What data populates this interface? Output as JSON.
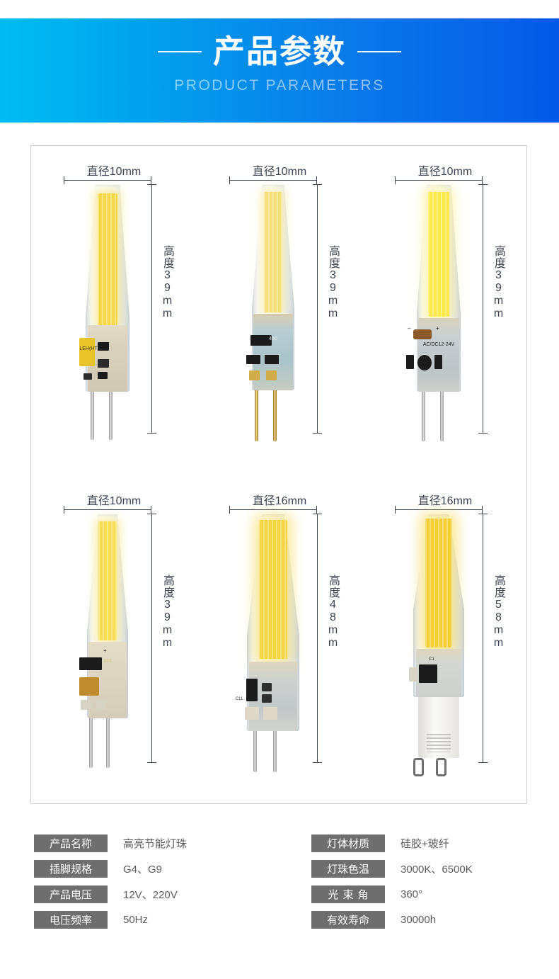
{
  "banner": {
    "title": "产品参数",
    "subtitle": "PRODUCT PARAMETERS",
    "gradient_from": "#00bdf2",
    "gradient_to": "#0459e8"
  },
  "products": [
    {
      "id": "g4-warm-10mm-39mm",
      "width_label": "直径10mm",
      "height_label": "高度39mm",
      "cob_color": "#f5d84a",
      "base_type": "G4",
      "pcb_print": ""
    },
    {
      "id": "g4-warm-10mm-39mm-b",
      "width_label": "直径10mm",
      "height_label": "高度39mm",
      "cob_color": "#f3e07a",
      "base_type": "G4",
      "pcb_print": "430"
    },
    {
      "id": "g4-cool-10mm-39mm",
      "width_label": "直径10mm",
      "height_label": "高度39mm",
      "cob_color": "#fbe94e",
      "base_type": "G4",
      "pcb_print": "AC/DC12-24V"
    },
    {
      "id": "g4-warm-10mm-39mm-c",
      "width_label": "直径10mm",
      "height_label": "高度39mm",
      "cob_color": "#f7dc55",
      "base_type": "G4",
      "pcb_print": "101"
    },
    {
      "id": "g4-warm-16mm-48mm",
      "width_label": "直径16mm",
      "height_label": "高度48mm",
      "cob_color": "#f3d63f",
      "base_type": "G4",
      "pcb_print": "110"
    },
    {
      "id": "g9-warm-16mm-58mm",
      "width_label": "直径16mm",
      "height_label": "高度58mm",
      "cob_color": "#f3cf36",
      "base_type": "G9",
      "pcb_print": "C1"
    }
  ],
  "specs": {
    "left": [
      {
        "label": "产品名称",
        "value": "高亮节能灯珠"
      },
      {
        "label": "插脚规格",
        "value": "G4、G9"
      },
      {
        "label": "产品电压",
        "value": "12V、220V"
      },
      {
        "label": "电压频率",
        "value": "50Hz"
      }
    ],
    "right": [
      {
        "label": "灯体材质",
        "value": "硅胶+玻纤"
      },
      {
        "label": "灯珠色温",
        "value": "3000K、6500K"
      },
      {
        "label": "光束角",
        "value": "360°",
        "spread": true
      },
      {
        "label": "有效寿命",
        "value": "30000h"
      }
    ]
  }
}
